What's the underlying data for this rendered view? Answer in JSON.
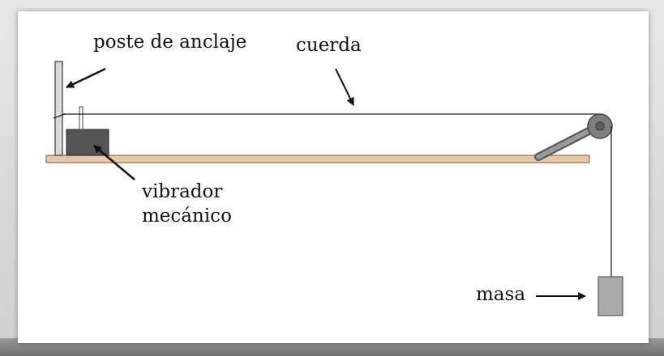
{
  "labels": {
    "anchor_post": "poste de anclaje",
    "string": "cuerda",
    "vibrator_line1": "vibrador",
    "vibrator_line2": "mecánico",
    "mass": "masa"
  },
  "colors": {
    "table": "#e8c7a8",
    "table_stroke": "#8a6a52",
    "vibrator": "#555555",
    "pulley": "#7d7d7d",
    "mass": "#aaaaaa",
    "post": "#d9d9d9"
  }
}
